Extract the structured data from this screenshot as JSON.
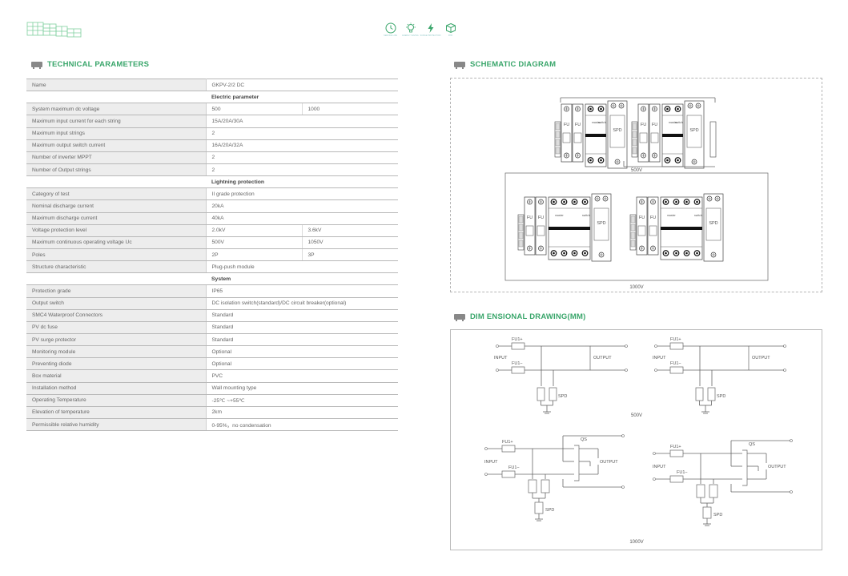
{
  "header": {
    "logo_icon": "solar-panel-array-icon",
    "top_icons": [
      {
        "icon": "clock-icon",
        "caption": "SERVICE LIFE"
      },
      {
        "icon": "lightbulb-icon",
        "caption": "ENERGY SAVING"
      },
      {
        "icon": "lightning-icon",
        "caption": "SURGE PROTECTION"
      },
      {
        "icon": "box-icon",
        "caption": "IP65"
      }
    ]
  },
  "sections": {
    "technical": "TECHNICAL PARAMETERS",
    "schematic": "SCHEMATIC DIAGRAM",
    "dimensional": "DIM ENSIONAL DRAWING(MM)"
  },
  "table": {
    "rows": [
      {
        "type": "row",
        "name": "Name",
        "v1": "GKPV-2/2 DC",
        "v2": ""
      },
      {
        "type": "section",
        "title": "Electric parameter"
      },
      {
        "type": "row",
        "name": "System maximum dc voltage",
        "v1": "500",
        "v2": "1000"
      },
      {
        "type": "row",
        "name": "Maximum input current for each string",
        "v1": "15A/20A/30A",
        "v2": ""
      },
      {
        "type": "row",
        "name": "Maximum input strings",
        "v1": "2",
        "v2": ""
      },
      {
        "type": "row",
        "name": "Maximum output switch current",
        "v1": "16A/20A/32A",
        "v2": ""
      },
      {
        "type": "row",
        "name": "Number of inverter MPPT",
        "v1": "2",
        "v2": ""
      },
      {
        "type": "row",
        "name": "Number of Output strings",
        "v1": "2",
        "v2": ""
      },
      {
        "type": "section",
        "title": "Lightning protection"
      },
      {
        "type": "row",
        "name": "Category of test",
        "v1": "II grade protection",
        "v2": ""
      },
      {
        "type": "row",
        "name": "Nominal discharge current",
        "v1": "20kA",
        "v2": ""
      },
      {
        "type": "row",
        "name": "Maximum discharge current",
        "v1": "40kA",
        "v2": ""
      },
      {
        "type": "row",
        "name": "Voltage protection level",
        "v1": "2.0kV",
        "v2": "3.6kV"
      },
      {
        "type": "row",
        "name": "Maximum continuous operating voltage Uc",
        "v1": "500V",
        "v2": "1050V"
      },
      {
        "type": "row",
        "name": "Poles",
        "v1": "2P",
        "v2": "3P"
      },
      {
        "type": "row",
        "name": "Structure characteristic",
        "v1": "Plug-push module",
        "v2": ""
      },
      {
        "type": "section",
        "title": "System"
      },
      {
        "type": "row",
        "name": "Protection grade",
        "v1": "IP65",
        "v2": ""
      },
      {
        "type": "row",
        "name": "Output switch",
        "v1": "DC isolation switch(standard)/DC circuit breaker(optional)",
        "v2": ""
      },
      {
        "type": "row",
        "name": "SMC4 Waterproof Connectors",
        "v1": "Standard",
        "v2": ""
      },
      {
        "type": "row",
        "name": "PV dc fuse",
        "v1": "Standard",
        "v2": ""
      },
      {
        "type": "row",
        "name": "PV surge protector",
        "v1": "Standard",
        "v2": ""
      },
      {
        "type": "row",
        "name": "Monitoring module",
        "v1": "Optional",
        "v2": ""
      },
      {
        "type": "row",
        "name": "Preventing diode",
        "v1": "Optional",
        "v2": ""
      },
      {
        "type": "row",
        "name": "Box material",
        "v1": "PVC",
        "v2": ""
      },
      {
        "type": "row",
        "name": "Installation method",
        "v1": "Wall mounting type",
        "v2": ""
      },
      {
        "type": "row",
        "name": "Operating Temperature",
        "v1": "-25℃ ~+55℃",
        "v2": ""
      },
      {
        "type": "row",
        "name": "Elevation of temperature",
        "v1": "2km",
        "v2": ""
      },
      {
        "type": "row",
        "name": "Permissible relative humidity",
        "v1": "0-95%，no condensation",
        "v2": ""
      }
    ]
  },
  "schematic": {
    "fu_label": "FU",
    "spd_label": "SPD",
    "master_label": "master",
    "switch_label": "switch",
    "caption_500": "500V",
    "caption_1000": "1000V"
  },
  "dimensional": {
    "fu_plus": "FU1+",
    "fu_minus": "FU1−",
    "input": "INPUT",
    "output": "OUTPUT",
    "spd": "SPD",
    "qs": "QS",
    "caption_500": "500V",
    "caption_1000": "1000V"
  },
  "colors": {
    "accent": "#3aa66b",
    "table_label_bg": "#ededed",
    "line": "#666666"
  }
}
